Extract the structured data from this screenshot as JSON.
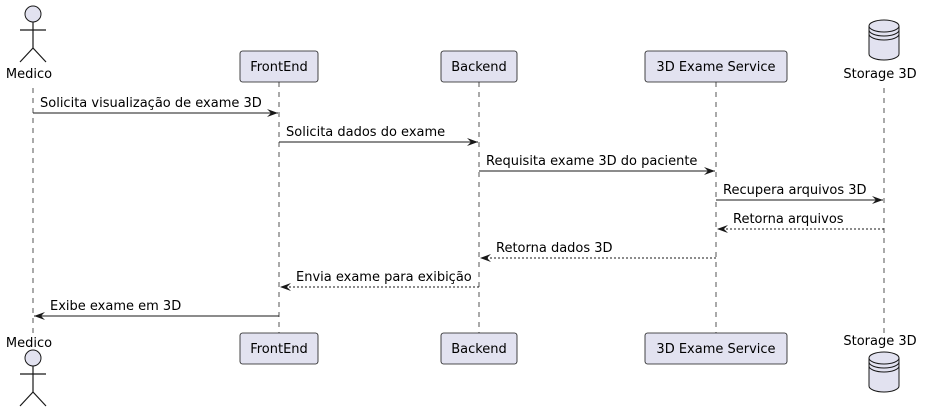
{
  "participants": {
    "medico": "Medico",
    "frontend": "FrontEnd",
    "backend": "Backend",
    "exame_service": "3D Exame Service",
    "storage": "Storage 3D"
  },
  "messages": [
    {
      "from": "medico",
      "to": "frontend",
      "text": "Solicita visualização de exame 3D",
      "style": "solid"
    },
    {
      "from": "frontend",
      "to": "backend",
      "text": "Solicita dados do exame",
      "style": "solid"
    },
    {
      "from": "backend",
      "to": "exame_service",
      "text": "Requisita exame 3D do paciente",
      "style": "solid"
    },
    {
      "from": "exame_service",
      "to": "storage",
      "text": "Recupera arquivos 3D",
      "style": "solid"
    },
    {
      "from": "storage",
      "to": "exame_service",
      "text": "Retorna arquivos",
      "style": "dashed"
    },
    {
      "from": "exame_service",
      "to": "backend",
      "text": "Retorna dados 3D",
      "style": "dashed"
    },
    {
      "from": "backend",
      "to": "frontend",
      "text": "Envia exame para exibição",
      "style": "dashed"
    },
    {
      "from": "frontend",
      "to": "medico",
      "text": "Exibe exame em 3D",
      "style": "solid"
    }
  ],
  "colors": {
    "participant_fill": "#E2E2F0",
    "stroke": "#181818"
  }
}
